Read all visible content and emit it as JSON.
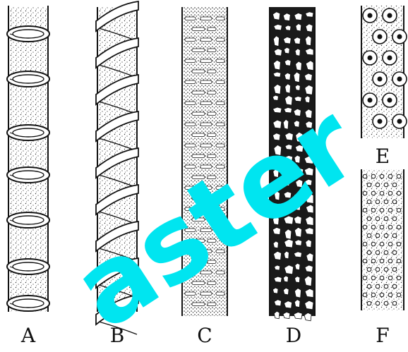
{
  "figure": {
    "panels": [
      {
        "id": "A",
        "label": "A",
        "type": "annular-vessel"
      },
      {
        "id": "B",
        "label": "B",
        "type": "spiral-vessel"
      },
      {
        "id": "C",
        "label": "C",
        "type": "scalariform-vessel"
      },
      {
        "id": "D",
        "label": "D",
        "type": "reticulate-vessel"
      },
      {
        "id": "E",
        "label": "E",
        "type": "bordered-pit-vessel"
      },
      {
        "id": "F",
        "label": "F",
        "type": "simple-pit-vessel"
      }
    ]
  },
  "watermark": {
    "text": "aster",
    "color": "#00e5f0"
  },
  "colors": {
    "ink": "#111111",
    "stipple": "#444444",
    "paper": "#ffffff"
  }
}
